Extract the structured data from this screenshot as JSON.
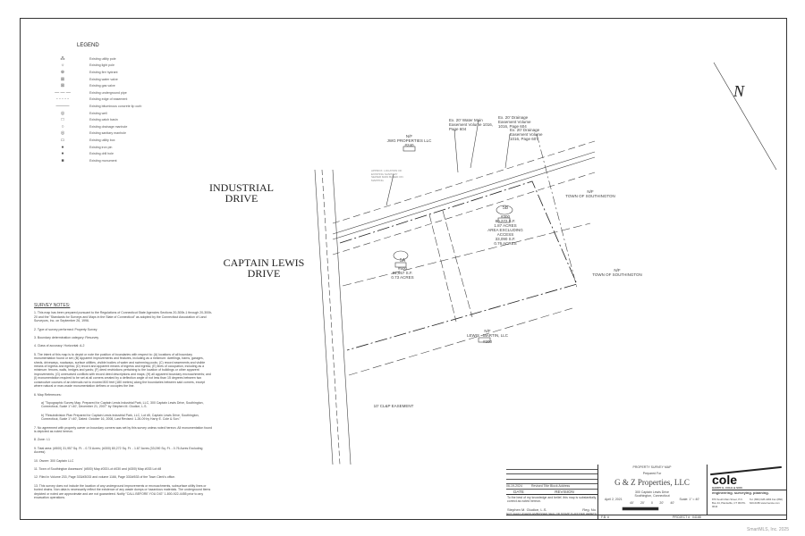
{
  "legend": {
    "title": "LEGEND",
    "items": [
      {
        "symbol": "⁂",
        "label": "Existing utility pole"
      },
      {
        "symbol": "☼",
        "label": "Existing light pole"
      },
      {
        "symbol": "⊕",
        "label": "Existing fire hydrant"
      },
      {
        "symbol": "⊠",
        "label": "Existing water valve"
      },
      {
        "symbol": "⊠",
        "label": "Existing gas valve"
      },
      {
        "symbol": "— — —",
        "label": "Existing underground pipe"
      },
      {
        "symbol": "- - - - -",
        "label": "Existing edge of easement"
      },
      {
        "symbol": "———",
        "label": "Existing bituminous concrete lip curb"
      },
      {
        "symbol": "◎",
        "label": "Existing well"
      },
      {
        "symbol": "□",
        "label": "Existing catch basin"
      },
      {
        "symbol": "○",
        "label": "Existing drainage manhole"
      },
      {
        "symbol": "◎",
        "label": "Existing sanitary manhole"
      },
      {
        "symbol": "▭",
        "label": "Existing utility box"
      },
      {
        "symbol": "●",
        "label": "Existing iron pin"
      },
      {
        "symbol": "●",
        "label": "Existing drill hole"
      },
      {
        "symbol": "■",
        "label": "Existing monument"
      }
    ]
  },
  "survey_notes": {
    "title": "SURVEY NOTES:",
    "notes": [
      "1. This map has been prepared pursuant to the Regulations of Connecticut State Agencies Sections 20-300b-1 through 20-300b-20 and the \"Standards for Surveys and Maps in the State of Connecticut\" as adopted by the Connecticut Association of Land Surveyors, Inc. on September 26, 1996.",
      "2. Type of survey performed: Property Survey",
      "3. Boundary determination category: Resurvey",
      "4. Class of accuracy: Horizontal: A-2",
      "5. The intent of this map is to depict or note the position of boundaries with respect to: (A) locations of all boundary monumentation found or set; (B) Apparent improvements and features, including as a minimum: dwellings, barns, garages, sheds, driveways, roadways, surface utilities, visible bodies of water and swimming pools; (C) record easements and visible means of ingress and egress; (D) record and apparent means of ingress and egress; (E) lines of occupation, including as a minimum: fences, walls, hedges and yards; (F) deed restrictions pertaining to the location of buildings or other apparent improvements; (G) unresolved conflicts with record deed descriptions and maps; (H) all apparent boundary encroachments; and (I) monumentation required to be set at all corners created by a deflection angle of not less than 15 degrees between two consecutive courses of an intervals not to exceed 800 feet (180 meters) along the boundaries between said corners, except where natural or man-made monumentation defines or occupies the line.",
      "6. Map References:",
      "a) \"Topographic Survey Map, Prepared for Captain Lewis Industrial Park, LLC, 300 Captain Lewis Drive, Southington, Connecticut, Scale 1\"=40', December 21, 2007\" by Stephen M. Giudice, L.S.",
      "b) \"Resubdivision Plan Prepared for Captain Lewis Industrial Park, LLC, Lot #5, Captain Lewis Drive, Southington, Connecticut, Scale 1\"=40', Dated: October 16, 2008, Last Revised: 1-26-09 by Harry E. Cole & Son.\"",
      "7. No agreement with property owner on boundary corners was set by this survey unless noted hereon. All monumentation found is depicted as noted hereon.",
      "8. Zone: I-1",
      "9. Total area: (#500) 31,957 Sq. Ft. - 0.73 Acres; (#300) 80,272 Sq. Ft. - 1.87 Acres (33,090 Sq. Ft. - 0.76 Acres Excluding Access)",
      "10. Owner: 300 Captain LLC",
      "11. Town of Southington Assessors' (#500) Map #033 Lot #030 and (#300) Map #033 Lot #8",
      "12. Filed in Volume 233, Page 333/#3033 and volume 1166, Page 333/#533 of the Town Clerk's office.",
      "13. This survey does not include the location of any underground improvements or encroachments, subsurface utility lines or buried drains. Non data is necessarily reflect the existence of any waste dumps or hazardous materials. The underground items depicted or noted are approximate and are not guaranteed. Notify \"CALL BEFORE YOU DIG\" 1-800-922-4455 prior to any excavation operations."
    ]
  },
  "map": {
    "street_1": "INDUSTRIAL DRIVE",
    "street_2": "CAPTAIN LEWIS DRIVE",
    "north_arrow": "N",
    "parcel_5a": {
      "id": "5A",
      "lot": "#500",
      "area_sf": "31,957 S.F.",
      "area_ac": "0.73 ACRES"
    },
    "parcel_5b": {
      "id": "5B",
      "lot": "#300",
      "lines": [
        "80,272 S.F.",
        "1.87 ACRES",
        "AREA EXCLUDING",
        "ACCESS",
        "33,090 S.F.",
        "0.76 ACRES"
      ]
    },
    "abutters": [
      {
        "name": "N/F",
        "owner": "JWG PROPERTIES LLC",
        "lot": "#240"
      },
      {
        "name": "N/F",
        "owner": "TOWN OF SOUTHINGTON"
      },
      {
        "name": "N/F",
        "owner": "TOWN OF SOUTHINGTON"
      },
      {
        "name": "N/F",
        "owner": "LEWIS - MARTIN, LLC",
        "lot": "#200"
      }
    ],
    "easements": [
      "Ex. 20' Water Main Easement Volume 1016, Page 604",
      "Ex. 20' Drainage Easement Volume 1016, Page 604",
      "Ex. 20' Drainage Easement Volume 1016, Page 607"
    ],
    "clap_easement": "10' CL&P EASEMENT",
    "sewer_note": "APPROX. LOCATION OF EXISTING SANITARY SEWER MAIN BASED ON MAPPING"
  },
  "title_block": {
    "revision_date": "06-19-2024",
    "revision_desc": "Revised Title Block Address",
    "date_header": "DATE",
    "revision_header": "REVISION",
    "certification": "To the best of my knowledge and belief, this map is substantially correct as noted hereon.",
    "surveyor": "Stephen M. Giudice, L.S.",
    "reg_no": "Reg. No.",
    "seal_note": "NOT VALID UNLESS EMBOSSED SEAL OR STAMP IS AFFIXED HERETO",
    "map_title": "PROPERTY SURVEY MAP",
    "prepared_for": "Prepared For",
    "client": "G & Z Properties, LLC",
    "address_1": "300 Captain Lewis Drive",
    "address_2": "Southington, Connecticut",
    "date": "April 2, 2021",
    "scale": "Scale: 1\" = 40'",
    "scale_ticks": [
      "40'",
      "20'",
      "0",
      "20'",
      "40'"
    ],
    "fb": "F.B. #",
    "project": "PROJECT #",
    "project_no": "04168",
    "firm_logo": "cole",
    "firm_name": "HARRY E. COLE & SON",
    "firm_tagline": "engineering. surveying. planning.",
    "firm_address": "876 South Main Street, P.O. Box 44, Plantsville, CT 06479-0044",
    "firm_contact": "Tel. (860) 628-4484  Fax (860) 620-0186  www.hecole.com"
  },
  "watermark": "SmartMLS, Inc. 2025"
}
